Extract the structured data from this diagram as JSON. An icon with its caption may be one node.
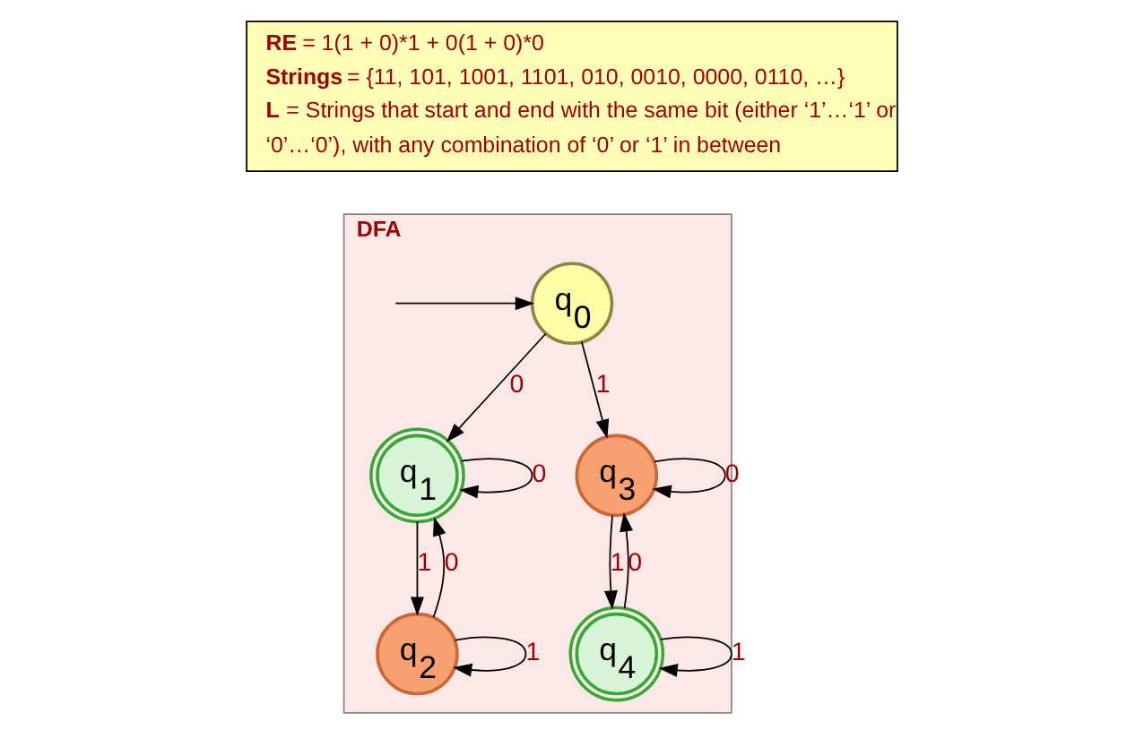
{
  "diagram": {
    "nodes": [
      {
        "text": [
          "**RE** = 1(1 + 0)*1 + 0(1 + 0)*0",
          "**Strings** = {11, 101, 1001, 1101, 010, 0010, 0000, 0110, …}",
          "**L** = Strings that start and end with the same bit (either ‘1’…‘1’ or ‘0’…‘0’), with any combination of ‘0’ or ‘1’ in between"
        ]
      },
      {
        "text": [
          "DFA"
        ]
      },
      {
        "text": [
          "q$_{0}$"
        ],
        "in": 1
      },
      {
        "text": [
          "q$_{1}$"
        ],
        "in": 1
      },
      {
        "text": [
          "q$_{2}$"
        ],
        "in": 1
      },
      {
        "text": [
          "q$_{3}$"
        ],
        "in": 1
      },
      {
        "text": [
          "q$_{4}$"
        ],
        "in": 1
      }
    ],
    "edges": [
      {
        "from": null,
        "to": 2,
        "arrow": "to"
      },
      {
        "from": 2,
        "to": 3,
        "arrow": "to",
        "label": "0"
      },
      {
        "from": 3,
        "to": 3,
        "arrow": "to",
        "label": "0"
      },
      {
        "from": 3,
        "to": 4,
        "arrow": "to",
        "label": "1"
      },
      {
        "from": 4,
        "to": 3,
        "arrow": "to",
        "label": "0"
      },
      {
        "from": 4,
        "to": 4,
        "arrow": "to",
        "label": "1"
      },
      {
        "from": 2,
        "to": 5,
        "arrow": "to",
        "label": "1"
      },
      {
        "from": 5,
        "to": 5,
        "arrow": "to",
        "label": "0"
      },
      {
        "from": 5,
        "to": 6,
        "arrow": "to",
        "label": "1"
      },
      {
        "from": 6,
        "to": 5,
        "arrow": "to",
        "label": "0"
      },
      {
        "from": 6,
        "to": 6,
        "arrow": "to",
        "label": "1"
      }
    ]
  }
}
